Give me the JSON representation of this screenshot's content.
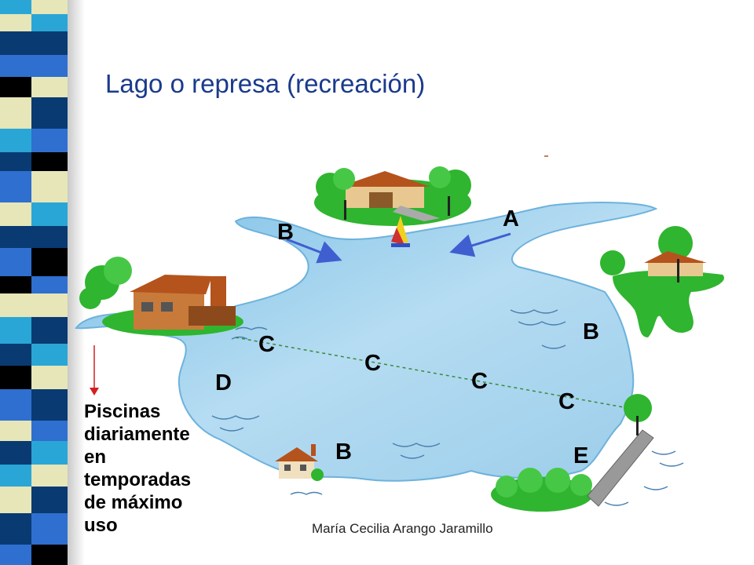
{
  "title": "Lago o represa (recreación)",
  "footer": "María Cecilia Arango Jaramillo",
  "note_lines": [
    "Piscinas",
    "diariamente",
    "en",
    "temporadas",
    "de máximo",
    "uso"
  ],
  "labels": {
    "a": "A",
    "b_left": "B",
    "b_right": "B",
    "b_bottom": "B",
    "c1": "C",
    "c2": "C",
    "c3": "C",
    "c4": "C",
    "d": "D",
    "e": "E"
  },
  "colors": {
    "title": "#1a3a8c",
    "water": "#a8d4ec",
    "water_edge": "#5ea8d6",
    "arrow": "#3f5fd0",
    "tree": "#2fb52f",
    "house_roof": "#b5531c",
    "strip_dark": "#0a3a72",
    "strip_mid": "#2e6fd0",
    "strip_cyan": "#2aa6d6",
    "strip_cream": "#e6e6b8",
    "strip_black": "#000000"
  }
}
